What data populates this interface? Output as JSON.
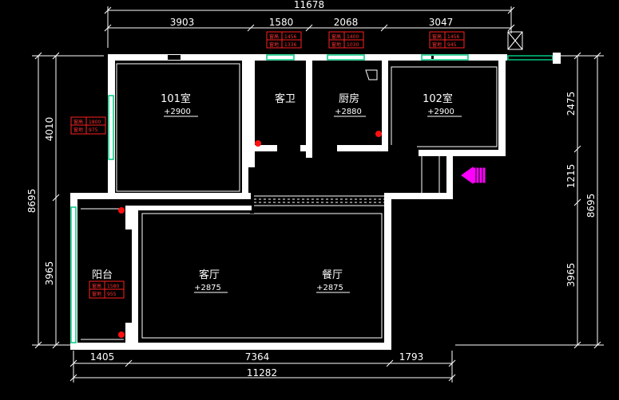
{
  "dimensions": {
    "top_total": "11678",
    "top_segments": [
      "3903",
      "1580",
      "2068",
      "3047"
    ],
    "bottom_segments": [
      "1405",
      "7364",
      "1793"
    ],
    "bottom_total": "11282",
    "left_segments": [
      "4010",
      "3965"
    ],
    "left_total": "8695",
    "right_segments": [
      "2475",
      "1215",
      "3965"
    ],
    "right_total": "8695"
  },
  "rooms": [
    {
      "name": "101室",
      "elevation": "+2900"
    },
    {
      "name": "客卫",
      "elevation": ""
    },
    {
      "name": "厨房",
      "elevation": "+2880"
    },
    {
      "name": "102室",
      "elevation": "+2900"
    },
    {
      "name": "阳台",
      "elevation": ""
    },
    {
      "name": "客厅",
      "elevation": "+2875"
    },
    {
      "name": "餐厅",
      "elevation": "+2875"
    }
  ],
  "window_tags": [
    {
      "height_label": "窗高",
      "height": "1456",
      "sill_label": "窗地",
      "sill": "1336"
    },
    {
      "height_label": "窗高",
      "height": "1400",
      "sill_label": "窗地",
      "sill": "1030"
    },
    {
      "height_label": "窗高",
      "height": "1456",
      "sill_label": "窗地",
      "sill": "945"
    },
    {
      "height_label": "窗高",
      "height": "1800",
      "sill_label": "窗地",
      "sill": "975"
    },
    {
      "height_label": "窗高",
      "height": "1580",
      "sill_label": "窗地",
      "sill": "955"
    }
  ],
  "colors": {
    "wall": "#ffffff",
    "window": "#00c880",
    "tag": "#ff2020",
    "entrance_arrow": "#ff00ff",
    "background": "#000000"
  },
  "icons": [
    "entrance-arrow-icon",
    "stair-shaft-icon"
  ]
}
